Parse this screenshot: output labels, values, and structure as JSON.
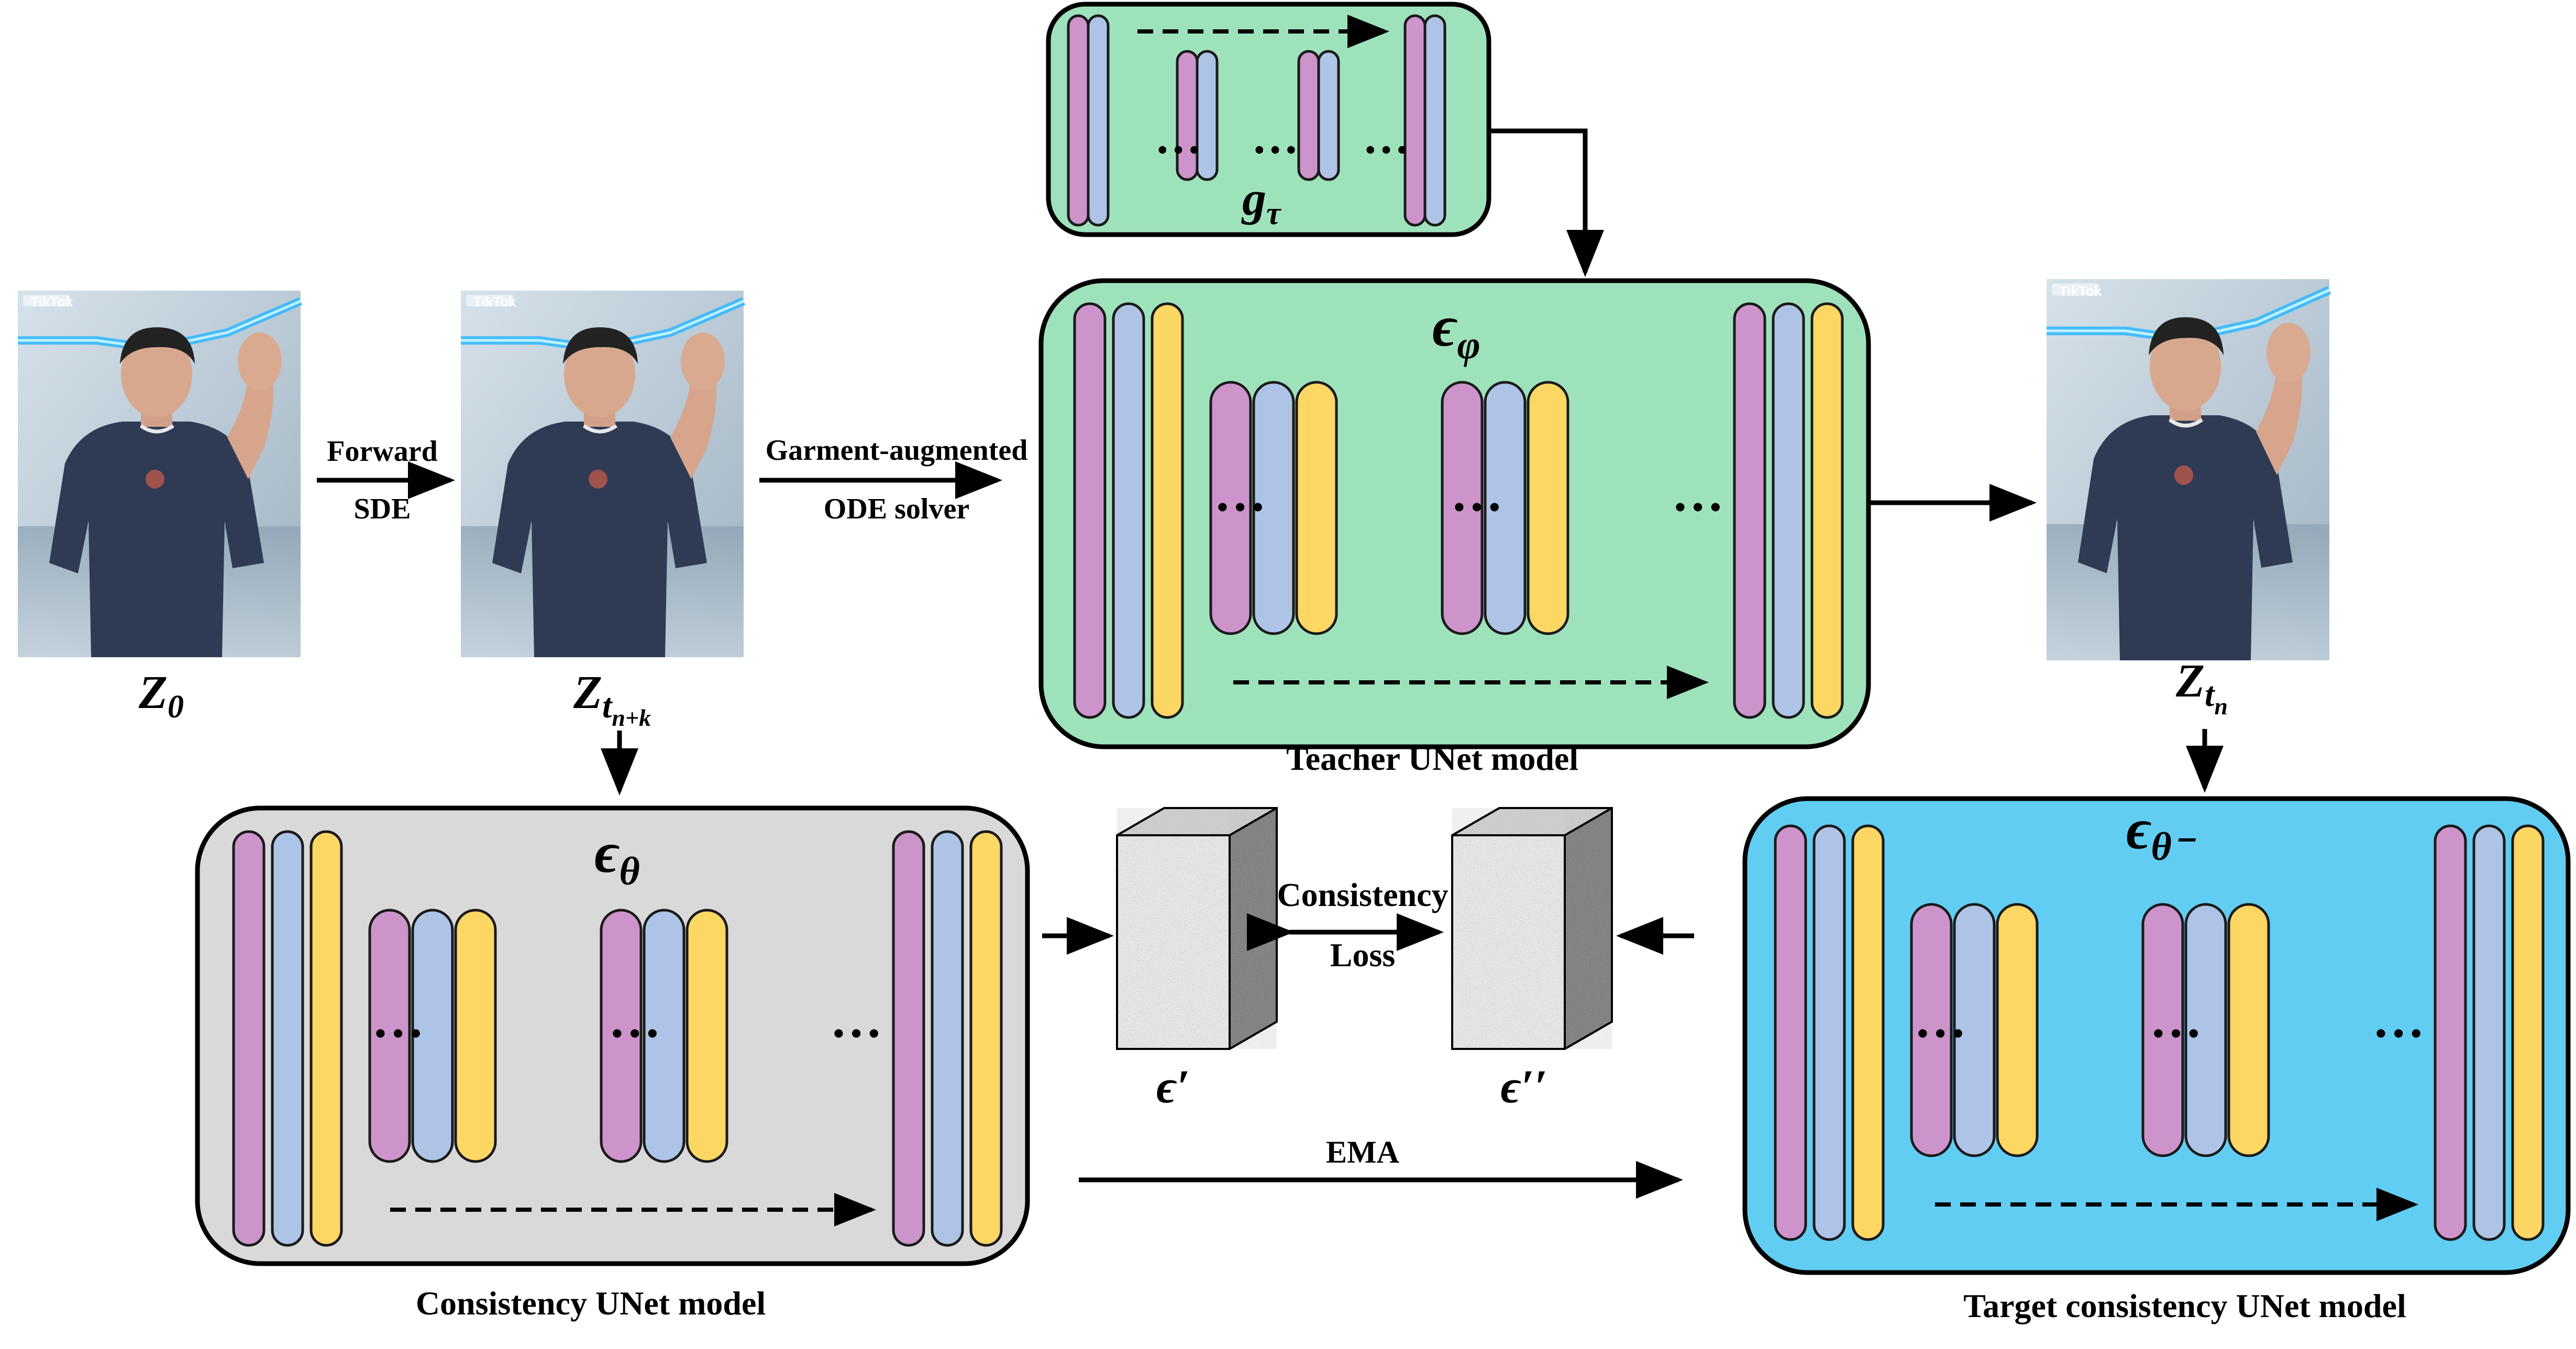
{
  "colors": {
    "pink": "#cd94cc",
    "blue": "#adc4e6",
    "yellow": "#fdd764",
    "teacher_bg": "#9ee2bc",
    "consistency_bg": "#d9d9d9",
    "target_bg": "#62cdf2",
    "line": "#1a1a1a"
  },
  "frames": {
    "z0": {
      "symbol": "Z",
      "subscript": "0"
    },
    "ztnk": {
      "symbol": "Z",
      "subscript": "t",
      "subsubscript": "n+k"
    },
    "ztn": {
      "symbol": "Z",
      "subscript": "t",
      "subsubscript": "n"
    },
    "watermark": "TikTok"
  },
  "arrows": {
    "forward_line1": "Forward",
    "forward_line2": "SDE",
    "ode_line1": "Garment-augmented",
    "ode_line2": "ODE solver",
    "ema": "EMA"
  },
  "models": {
    "g_tau": {
      "symbol": "g",
      "subscript": "τ"
    },
    "teacher": {
      "symbol": "ϵ",
      "subscript": "φ",
      "caption": "Teacher UNet model"
    },
    "consistency": {
      "symbol": "ϵ",
      "subscript": "θ",
      "caption": "Consistency UNet model"
    },
    "target": {
      "symbol": "ϵ",
      "subscript": "θ⁻",
      "caption": "Target consistency UNet model"
    }
  },
  "noise": {
    "left_label": "ϵ′",
    "right_label": "ϵ′′",
    "loss_line1": "Consistency",
    "loss_line2": "Loss"
  },
  "ellipsis": "…"
}
